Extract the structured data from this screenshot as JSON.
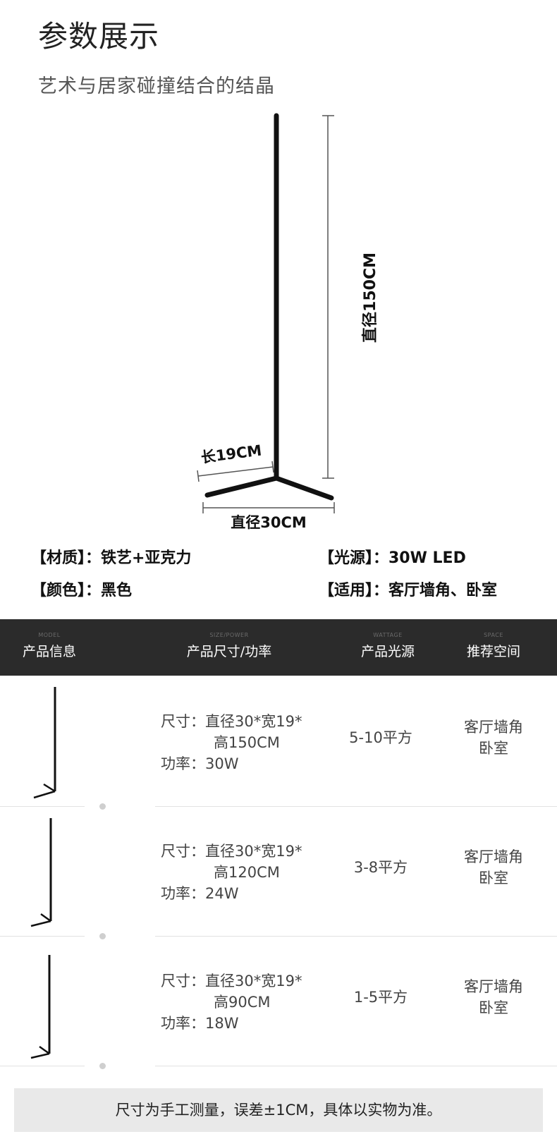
{
  "header": {
    "title": "参数展示",
    "subtitle": "艺术与居家碰撞结合的结晶"
  },
  "diagram": {
    "height_label": "直径150CM",
    "length_label": "长19CM",
    "diameter_label": "直径30CM"
  },
  "specs": {
    "material": "【材质】：铁艺+亚克力",
    "light_source": "【光源】：30W LED",
    "color": "【颜色】：黑色",
    "usage": "【适用】：客厅墙角、卧室"
  },
  "table": {
    "columns": [
      {
        "en": "MODEL",
        "zh": "产品信息"
      },
      {
        "en": "SIZE/POWER",
        "zh": "产品尺寸/功率"
      },
      {
        "en": "WATTAGE",
        "zh": "产品光源"
      },
      {
        "en": "SPACE",
        "zh": "推荐空间"
      }
    ],
    "rows": [
      {
        "size_line1": "尺寸：直径30*宽19*",
        "size_line2": "高150CM",
        "power": "功率：30W",
        "source": "5-10平方",
        "space_line1": "客厅墙角",
        "space_line2": "卧室"
      },
      {
        "size_line1": "尺寸：直径30*宽19*",
        "size_line2": "高120CM",
        "power": "功率：24W",
        "source": "3-8平方",
        "space_line1": "客厅墙角",
        "space_line2": "卧室"
      },
      {
        "size_line1": "尺寸：直径30*宽19*",
        "size_line2": "高90CM",
        "power": "功率：18W",
        "source": "1-5平方",
        "space_line1": "客厅墙角",
        "space_line2": "卧室"
      }
    ]
  },
  "footer": {
    "note": "尺寸为手工测量，误差±1CM，具体以实物为准。"
  }
}
